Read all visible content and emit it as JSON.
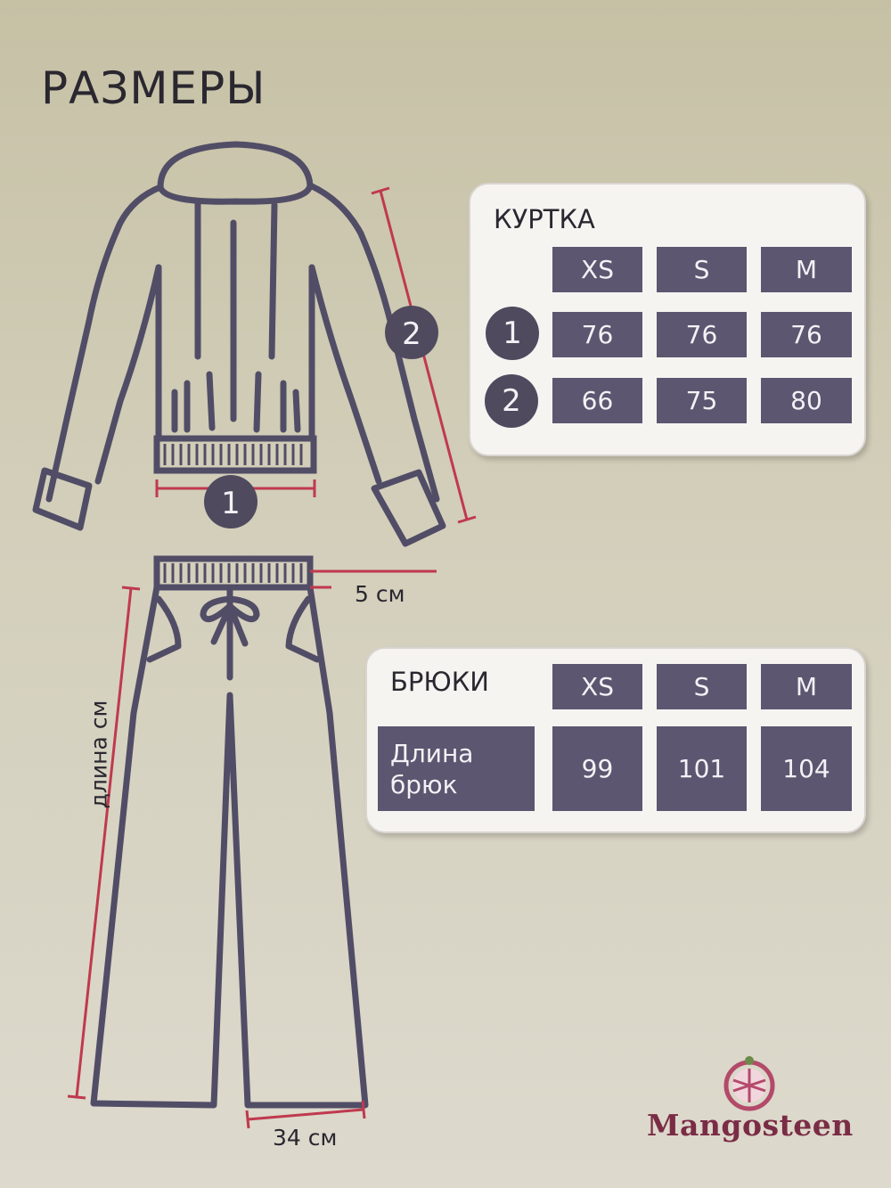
{
  "title": "РАЗМЕРЫ",
  "jacket": {
    "title": "КУРТКА",
    "sizes": [
      "XS",
      "S",
      "M"
    ],
    "rows": [
      {
        "badge": "1",
        "values": [
          "76",
          "76",
          "76"
        ]
      },
      {
        "badge": "2",
        "values": [
          "66",
          "75",
          "80"
        ]
      }
    ]
  },
  "pants": {
    "title": "БРЮКИ",
    "sizes": [
      "XS",
      "S",
      "M"
    ],
    "row_label": "Длина брюк",
    "values": [
      "99",
      "101",
      "104"
    ]
  },
  "diagram": {
    "badge_1": "1",
    "badge_2": "2",
    "waistband_label": "5 см",
    "length_label": "длина см",
    "hem_label": "34 см"
  },
  "brand": "Mangosteen",
  "colors": {
    "outline": "#524d66",
    "measure_line": "#c0394e",
    "cell": "#5c5670",
    "brand": "#7a2c45"
  },
  "icons": [
    "mangosteen-logo-icon"
  ]
}
